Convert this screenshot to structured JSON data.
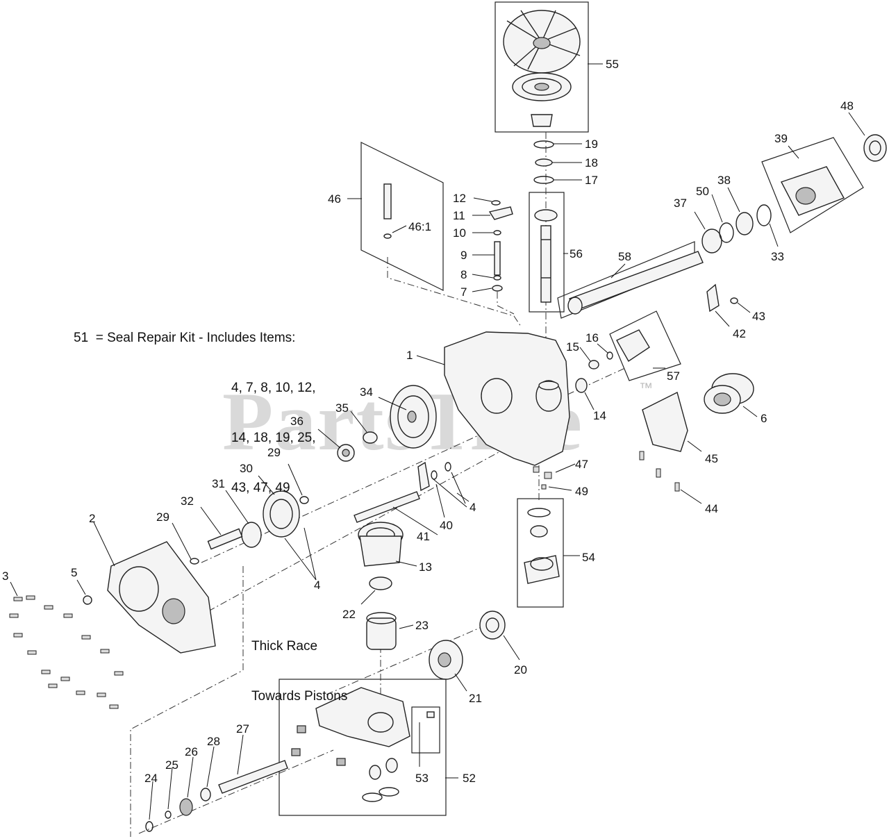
{
  "watermark": "PartsTree",
  "trademark": "™",
  "seal_kit_note": {
    "line1": "51  = Seal Repair Kit - Includes Items:",
    "line2": "4, 7, 8, 10, 12,",
    "line3": "14, 18, 19, 25,",
    "line4": "43, 47, 49"
  },
  "race_note": {
    "line1": "Thick Race",
    "line2": "Towards Pistons"
  },
  "callouts": {
    "c1": "1",
    "c2": "2",
    "c3": "3",
    "c4a": "4",
    "c4b": "4",
    "c5": "5",
    "c6": "6",
    "c7": "7",
    "c8": "8",
    "c9": "9",
    "c10": "10",
    "c11": "11",
    "c12": "12",
    "c13": "13",
    "c14": "14",
    "c15": "15",
    "c16": "16",
    "c17": "17",
    "c18": "18",
    "c19": "19",
    "c20": "20",
    "c21": "21",
    "c22": "22",
    "c23": "23",
    "c24": "24",
    "c25": "25",
    "c26": "26",
    "c27": "27",
    "c28": "28",
    "c29a": "29",
    "c29b": "29",
    "c30": "30",
    "c31": "31",
    "c32": "32",
    "c33": "33",
    "c34": "34",
    "c35": "35",
    "c36": "36",
    "c37": "37",
    "c38": "38",
    "c39": "39",
    "c40": "40",
    "c41": "41",
    "c42": "42",
    "c43": "43",
    "c44": "44",
    "c45": "45",
    "c46": "46",
    "c461": "46:1",
    "c47": "47",
    "c48": "48",
    "c49": "49",
    "c50": "50",
    "c52": "52",
    "c53": "53",
    "c54": "54",
    "c55": "55",
    "c56": "56",
    "c57": "57",
    "c58": "58"
  }
}
